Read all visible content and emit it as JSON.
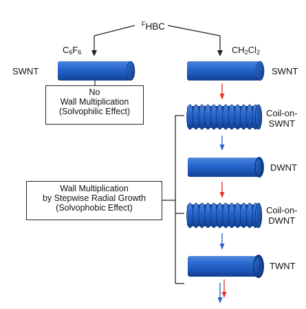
{
  "top": {
    "reagent_prefix": "F",
    "reagent_main": "HBC"
  },
  "branches": {
    "left": {
      "solvent_c": "C",
      "solvent_1": "6",
      "solvent_f": "F",
      "solvent_2": "6"
    },
    "right": {
      "solvent_a": "CH",
      "solvent_1": "2",
      "solvent_b": "Cl",
      "solvent_2": "2"
    }
  },
  "left_column": {
    "tube_label": "SWNT",
    "box_lines": [
      "No",
      "Wall Multiplication",
      "(Solvophilic Effect)"
    ]
  },
  "right_column": {
    "stages": [
      {
        "line1": "SWNT",
        "line2": ""
      },
      {
        "line1": "Coil-on-",
        "line2": "SWNT"
      },
      {
        "line1": "DWNT",
        "line2": ""
      },
      {
        "line1": "Coil-on-",
        "line2": "DWNT"
      },
      {
        "line1": "TWNT",
        "line2": ""
      }
    ]
  },
  "process_box": {
    "lines": [
      "Wall Multiplication",
      "by Stepwise Radial Growth",
      "(Solvophobic Effect)"
    ]
  },
  "colors": {
    "tube_blue": "#1f5fc4",
    "tube_dark": "#123f8c",
    "tube_light": "#5b8fe0",
    "arrow_red": "#e8362a",
    "arrow_blue": "#2a62c9",
    "line": "#222222"
  }
}
